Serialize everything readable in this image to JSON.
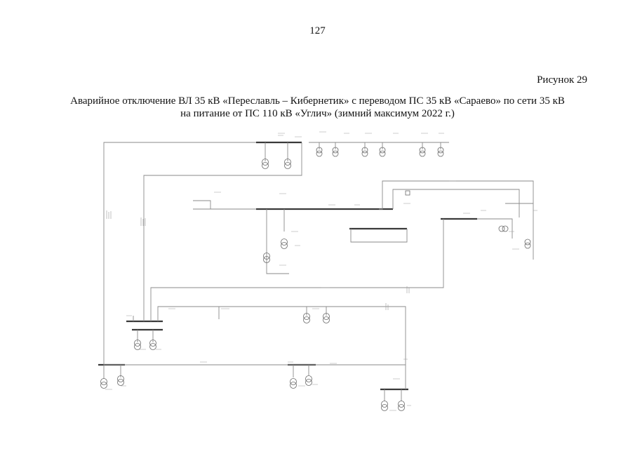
{
  "page_number": "127",
  "figure_label": "Рисунок 29",
  "caption": {
    "line1": "Аварийное отключение ВЛ 35 кВ «Переславль – Кибернетик» с переводом ПС 35 кВ «Сараево» по сети 35 кВ",
    "line2": "на питание от ПС 110 кВ «Углич» (зимний максимум 2022 г.)"
  }
}
